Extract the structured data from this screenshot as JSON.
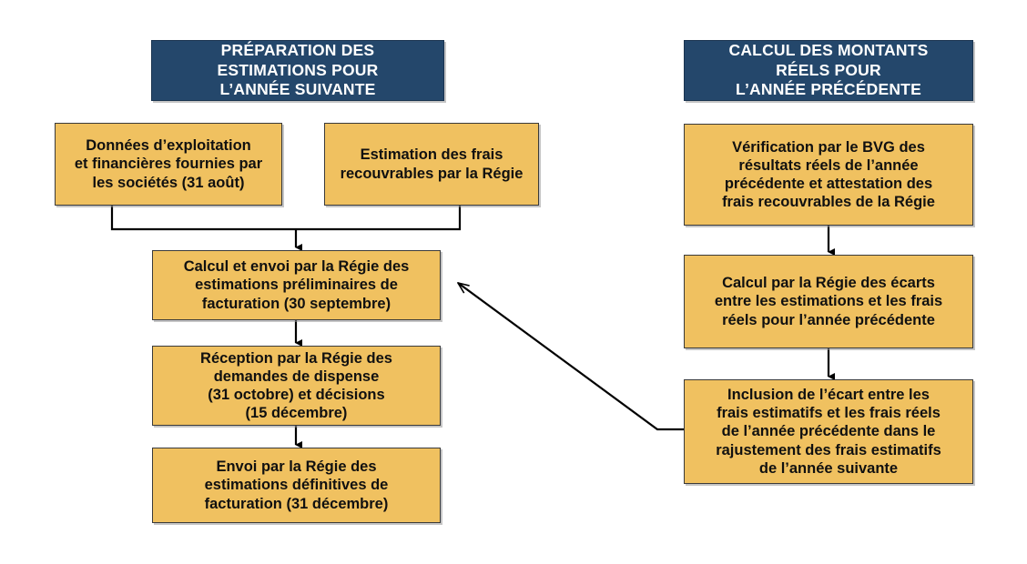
{
  "diagram": {
    "title_left": "PRÉPARATION DES\nESTIMATIONS POUR\nL’ANNÉE SUIVANTE",
    "title_right": "CALCUL DES MONTANTS\nRÉELS POUR\nL’ANNÉE PRÉCÉDENTE",
    "colors": {
      "header_fill": "#24476B",
      "header_text": "#FFFFFF",
      "step_fill": "#F0C160",
      "step_text": "#101010",
      "border": "#3A3A3A",
      "connector": "#000000",
      "background": "#FFFFFF"
    },
    "left_column": {
      "header": "PRÉPARATION DES\nESTIMATIONS POUR\nL’ANNÉE SUIVANTE",
      "steps": [
        {
          "id": "donnees",
          "text": "Données d’exploitation\net financières fournies par\nles sociétés (31 août)"
        },
        {
          "id": "estimation-frais",
          "text": "Estimation des frais\nrecouvrables par la Régie"
        },
        {
          "id": "calcul-envoi",
          "text": "Calcul et envoi par la Régie des\nestimations préliminaires de\nfacturation (30 septembre)"
        },
        {
          "id": "reception",
          "text": "Réception par la Régie des\ndemandes de dispense\n(31 octobre) et décisions\n(15 décembre)"
        },
        {
          "id": "envoi-definitives",
          "text": "Envoi par la Régie des\nestimations définitives de\nfacturation (31 décembre)"
        }
      ]
    },
    "right_column": {
      "header": "CALCUL DES MONTANTS\nRÉELS POUR\nL’ANNÉE PRÉCÉDENTE",
      "steps": [
        {
          "id": "verification-bvg",
          "text": "Vérification par le BVG des\nrésultats réels de l’année\nprécédente et attestation des\nfrais recouvrables de la Régie"
        },
        {
          "id": "calcul-ecarts",
          "text": "Calcul par la Régie des écarts\nentre les estimations et les frais\nréels pour l’année précédente"
        },
        {
          "id": "inclusion-ecart",
          "text": "Inclusion de l’écart entre les\nfrais estimatifs et les frais réels\nde l’année précédente dans le\nrajustement des frais estimatifs\nde l’année suivante"
        }
      ]
    },
    "connectors": [
      {
        "id": "donnees-to-bus",
        "type": "elbow-down"
      },
      {
        "id": "estimation-to-bus",
        "type": "elbow-down"
      },
      {
        "id": "bus-to-calcul-envoi",
        "type": "arrow-down"
      },
      {
        "id": "calcul-envoi-to-reception",
        "type": "arrow-down"
      },
      {
        "id": "reception-to-envoi-definitives",
        "type": "arrow-down"
      },
      {
        "id": "verification-to-calcul-ecarts",
        "type": "arrow-down"
      },
      {
        "id": "calcul-ecarts-to-inclusion",
        "type": "arrow-down"
      },
      {
        "id": "inclusion-to-calcul-envoi",
        "type": "diagonal-arrow-left"
      }
    ]
  }
}
